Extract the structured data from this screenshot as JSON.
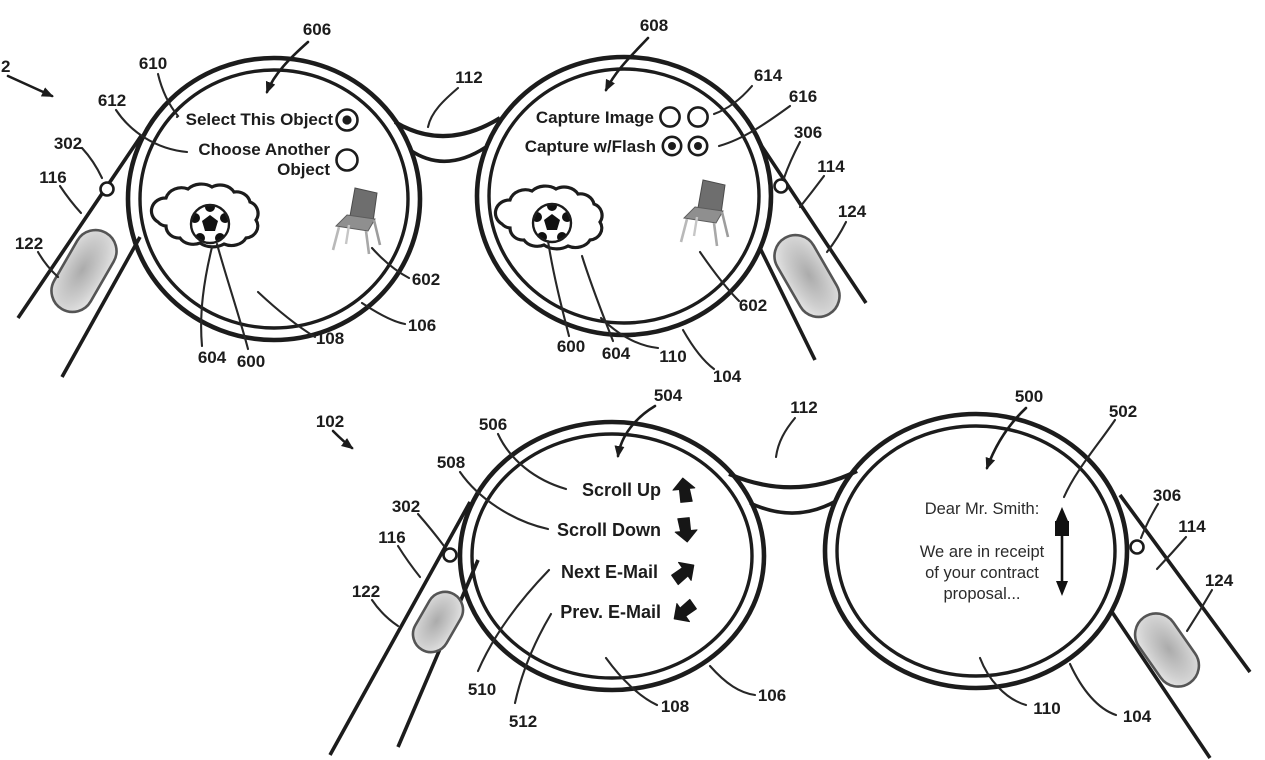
{
  "figure_type": "patent-style eyeglasses head-mounted display diagram",
  "colors": {
    "ink": "#1c1c1c",
    "pad_gray": "#bdbdbd",
    "chair_dark": "#6e6e6e",
    "chair_mid": "#8f8f8f",
    "background": "#ffffff"
  },
  "icons": {
    "scroll_up": "thick-up-arrow",
    "scroll_down": "thick-down-arrow",
    "next_email": "thick-up-right-arrow",
    "prev_email": "thick-down-left-arrow",
    "selected_radio": "circle-with-dot",
    "empty_radio": "circle",
    "scroll_indicator": "vertical-double-arrow-with-square-thumb",
    "thought_cloud": "cloud-outline-with-soccer-ball",
    "chair": "gray-chair-clipart"
  },
  "figure_top": {
    "ref_labels": {
      "partial_102": "2",
      "n606": "606",
      "n608": "608",
      "n610": "610",
      "n612": "612",
      "n112": "112",
      "n302": "302",
      "n116": "116",
      "n122": "122",
      "n614": "614",
      "n616": "616",
      "n306": "306",
      "n114": "114",
      "n124": "124",
      "n602_left": "602",
      "n106": "106",
      "n108": "108",
      "n604_left": "604",
      "n600_left": "600",
      "n600_right": "600",
      "n604_right": "604",
      "n110": "110",
      "n104": "104",
      "n602_right": "602"
    },
    "left_lens_menu": {
      "option1": "Select This Object",
      "option1_selected": true,
      "option2_line1": "Choose Another",
      "option2_line2": "Object",
      "option2_selected": false
    },
    "right_lens_menu": {
      "option1": "Capture Image",
      "option1_selected": false,
      "option2": "Capture w/Flash",
      "option2_selected": true
    }
  },
  "figure_bottom": {
    "ref_labels": {
      "n102": "102",
      "n504": "504",
      "n506": "506",
      "n508": "508",
      "n302": "302",
      "n116": "116",
      "n122": "122",
      "n112": "112",
      "n500": "500",
      "n502": "502",
      "n306": "306",
      "n114": "114",
      "n124": "124",
      "n510": "510",
      "n512": "512",
      "n108": "108",
      "n106": "106",
      "n110": "110",
      "n104": "104"
    },
    "left_lens_menu": {
      "item1": "Scroll Up",
      "item2": "Scroll Down",
      "item3": "Next E-Mail",
      "item4": "Prev. E-Mail"
    },
    "right_lens_text": {
      "line1": "Dear Mr. Smith:",
      "line2": "We are in receipt",
      "line3": "of your contract",
      "line4": "proposal..."
    }
  }
}
